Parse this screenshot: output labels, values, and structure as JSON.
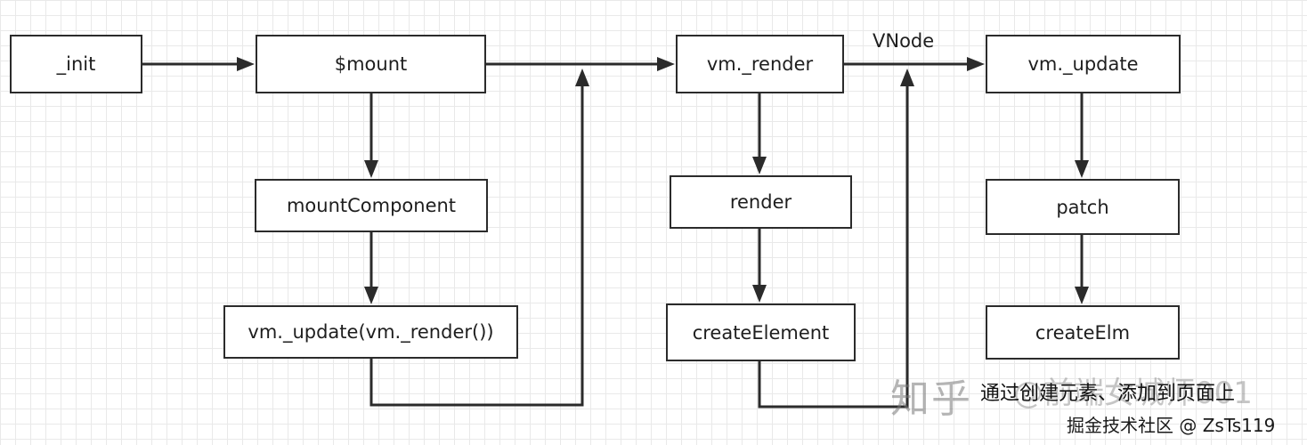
{
  "diagram": {
    "nodes": {
      "init": "_init",
      "mount": "$mount",
      "mount_component": "mountComponent",
      "vm_update_call": "vm._update(vm._render())",
      "vm_render": "vm._render",
      "render": "render",
      "create_element": "createElement",
      "vm_update": "vm._update",
      "patch": "patch",
      "create_elm": "createElm"
    },
    "edge_labels": {
      "vnode": "VNode"
    },
    "annotation": "通过创建元素、添加到页面上"
  },
  "watermark": {
    "brand": "知乎",
    "author": "@前端女城师001",
    "credit": "掘金技术社区 @ ZsTs119"
  },
  "colors": {
    "line": "#2b2b2b",
    "grid": "#e9e9e9",
    "node_fill": "#ffffff"
  }
}
